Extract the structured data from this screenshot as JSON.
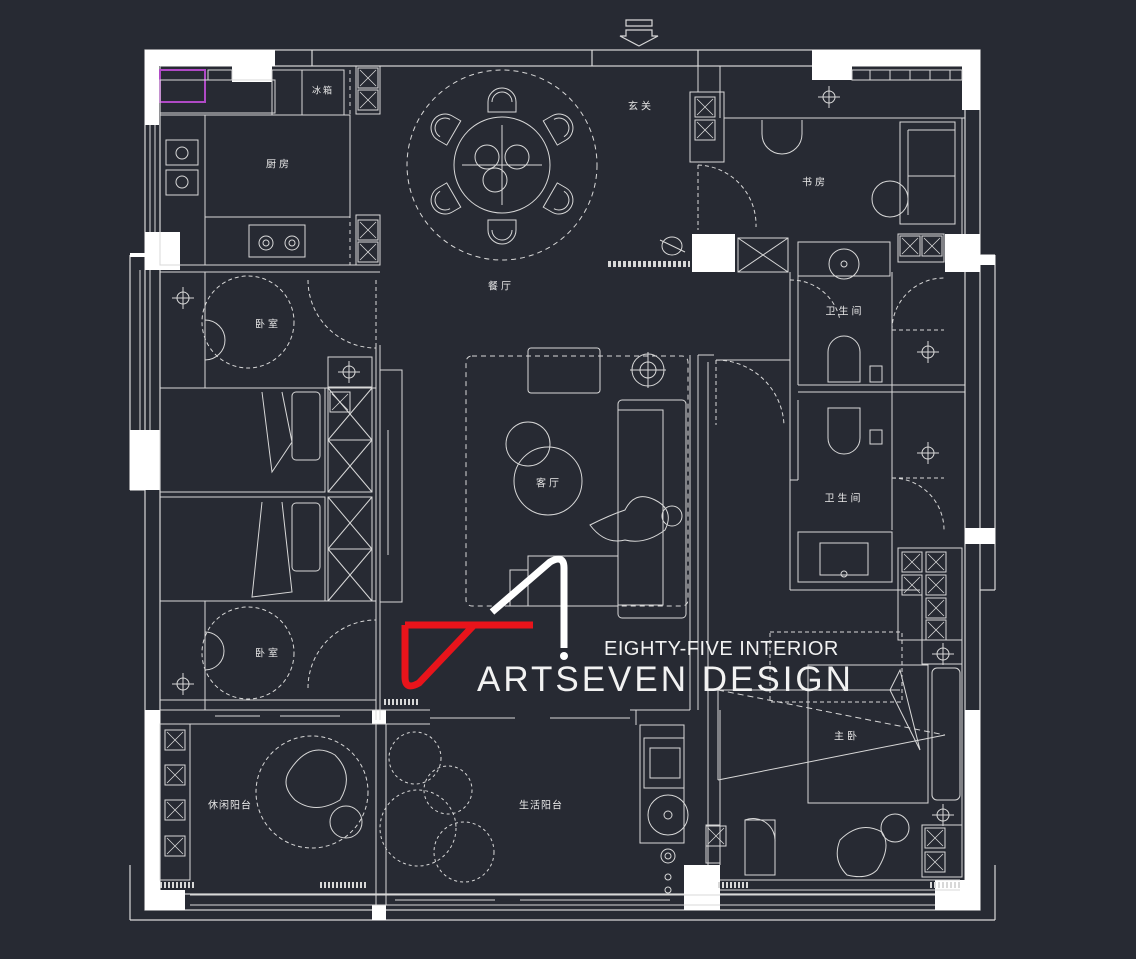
{
  "rooms": {
    "fridge": "冰箱",
    "kitchen": "厨房",
    "entrance": "玄关",
    "study": "书房",
    "dining": "餐厅",
    "bathroom_1": "卫生间",
    "bathroom_2": "卫生间",
    "bedroom_1": "卧室",
    "bedroom_2": "卧室",
    "living": "客厅",
    "master_bedroom": "主卧",
    "leisure_balcony": "休闲阳台",
    "living_balcony": "生活阳台"
  },
  "logo": {
    "line1": "EIGHTY-FIVE INTERIOR",
    "line2": "ARTSEVEN DESIGN",
    "accent_color": "#e8141b"
  },
  "colors": {
    "background": "#272a33",
    "lines": "#d8d8d8",
    "walls": "#ffffff"
  }
}
